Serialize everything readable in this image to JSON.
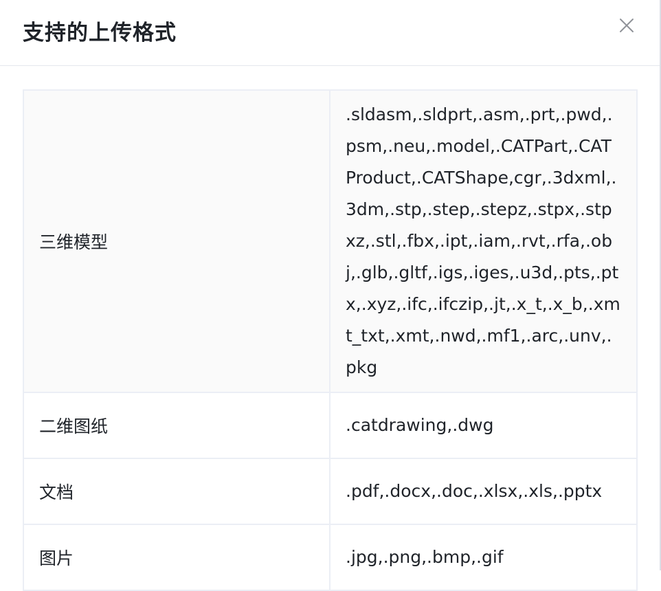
{
  "dialog": {
    "title": "支持的上传格式",
    "close_icon": "close-icon"
  },
  "formats_table": {
    "rows": [
      {
        "type": "三维模型",
        "extensions": ".sldasm,.sldprt,.asm,.prt,.pwd,.psm,.neu,.model,.CATPart,.CATProduct,.CATShape,cgr,.3dxml,.3dm,.stp,.step,.stepz,.stpx,.stpxz,.stl,.fbx,.ipt,.iam,.rvt,.rfa,.obj,.glb,.gltf,.igs,.iges,.u3d,.pts,.ptx,.xyz,.ifc,.ifczip,.jt,.x_t,.x_b,.xmt_txt,.xmt,.nwd,.mf1,.arc,.unv,.pkg"
      },
      {
        "type": "二维图纸",
        "extensions": ".catdrawing,.dwg"
      },
      {
        "type": "文档",
        "extensions": ".pdf,.docx,.doc,.xlsx,.xls,.pptx"
      },
      {
        "type": "图片",
        "extensions": ".jpg,.png,.bmp,.gif"
      }
    ]
  },
  "colors": {
    "text": "#1f2329",
    "border": "#ebeef5",
    "shaded_row": "#fafafa",
    "close_icon": "#909399"
  }
}
